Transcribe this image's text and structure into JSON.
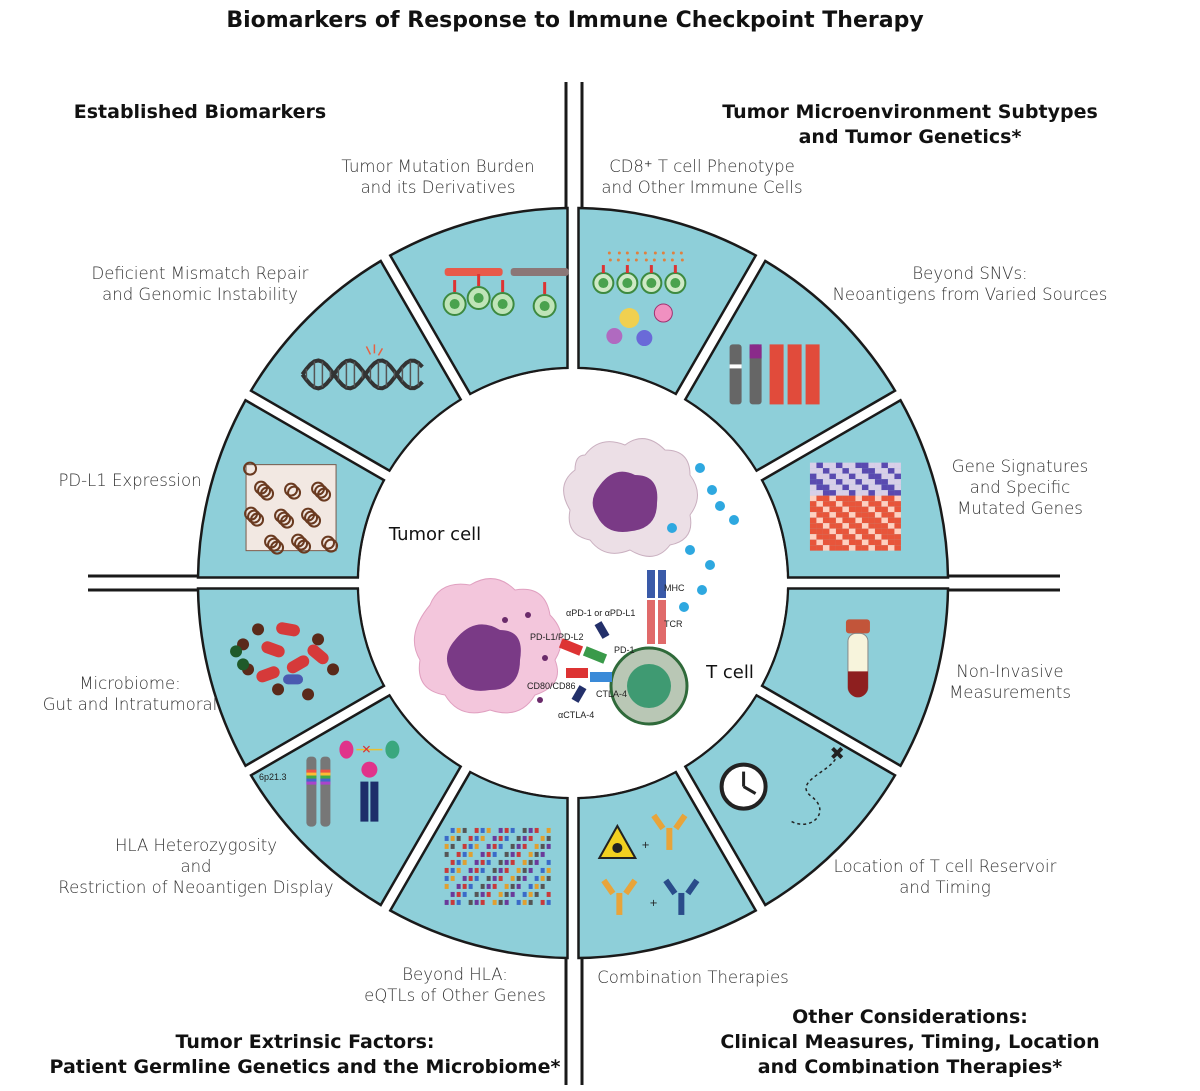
{
  "title": "Biomarkers of Response to Immune Checkpoint Therapy",
  "quadrants": {
    "top_left": "Established Biomarkers",
    "top_right": [
      "Tumor Microenvironment Subtypes",
      "and Tumor Genetics*"
    ],
    "bottom_left": [
      "Tumor Extrinsic Factors:",
      "Patient Germline Genetics and the Microbiome*"
    ],
    "bottom_right": [
      "Other Considerations:",
      "Clinical Measures, Timing, Location",
      "and Combination Therapies*"
    ]
  },
  "segments": [
    {
      "id": "tmb",
      "lines": [
        "Tumor Mutation Burden",
        "and its Derivatives"
      ]
    },
    {
      "id": "cd8",
      "lines": [
        "CD8⁺ T cell Phenotype",
        "and Other Immune Cells"
      ]
    },
    {
      "id": "snv",
      "lines": [
        "Beyond SNVs:",
        "Neoantigens from Varied Sources"
      ]
    },
    {
      "id": "gene",
      "lines": [
        "Gene Signatures",
        "and Specific",
        "Mutated Genes"
      ]
    },
    {
      "id": "noninv",
      "lines": [
        "Non-Invasive",
        "Measurements"
      ]
    },
    {
      "id": "location",
      "lines": [
        "Location of T cell Reservoir",
        "and Timing"
      ]
    },
    {
      "id": "combo",
      "lines": [
        "Combination Therapies"
      ]
    },
    {
      "id": "eqtl",
      "lines": [
        "Beyond HLA:",
        "eQTLs of Other Genes"
      ]
    },
    {
      "id": "hla",
      "lines": [
        "HLA Heterozygosity",
        "and",
        "Restriction of Neoantigen Display"
      ]
    },
    {
      "id": "microbiome",
      "lines": [
        "Microbiome:",
        "Gut and Intratumoral"
      ]
    },
    {
      "id": "pdl1",
      "lines": [
        "PD-L1 Expression"
      ]
    },
    {
      "id": "mmr",
      "lines": [
        "Deficient Mismatch Repair",
        "and Genomic Instability"
      ]
    }
  ],
  "center": {
    "tumor_cell": "Tumor cell",
    "t_cell": "T cell",
    "molecules": {
      "mhc": "MHC",
      "tcr": "TCR",
      "anti_pd": "αPD-1 or αPD-L1",
      "pdl1": "PD-L1/PD-L2",
      "pd1": "PD-1",
      "cd80": "CD80/CD86",
      "ctla4": "CTLA-4",
      "anti_ctla4": "αCTLA-4"
    }
  },
  "icon_labels": {
    "chromosome_band": "6p21.3"
  },
  "colors": {
    "segment_fill": "#8ecfd9",
    "segment_stroke": "#1a1a1a",
    "tumor_pink": "#f3c6dc",
    "nucleus_purple": "#7a3a86",
    "t_cell_green": "#3f9a72",
    "red_gene": "#e14b3b",
    "cytokine_blue": "#2ea8e0"
  }
}
